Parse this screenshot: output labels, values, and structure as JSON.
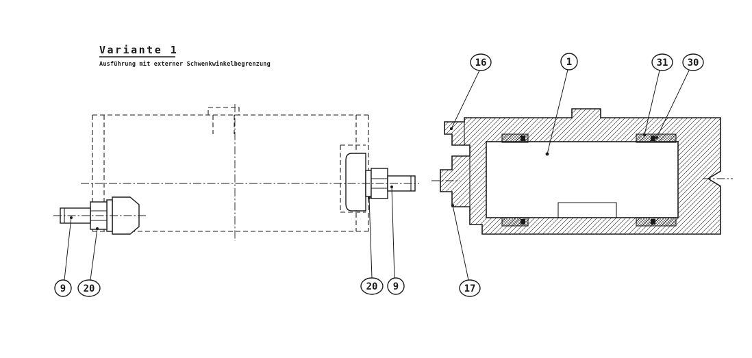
{
  "drawing": {
    "title": "Variante 1",
    "subtitle": "Ausführung mit externer Schwenkwinkelbegrenzung"
  },
  "callouts": {
    "left_view": {
      "shaft_left": "9",
      "nut_left": "20",
      "nut_right": "20",
      "shaft_right": "9"
    },
    "section_view": {
      "end_cap": "16",
      "housing": "1",
      "seal_inner": "31",
      "seal_outer": "30",
      "flange": "17"
    }
  },
  "colors": {
    "line": "#1a1a1a",
    "background": "#ffffff"
  }
}
